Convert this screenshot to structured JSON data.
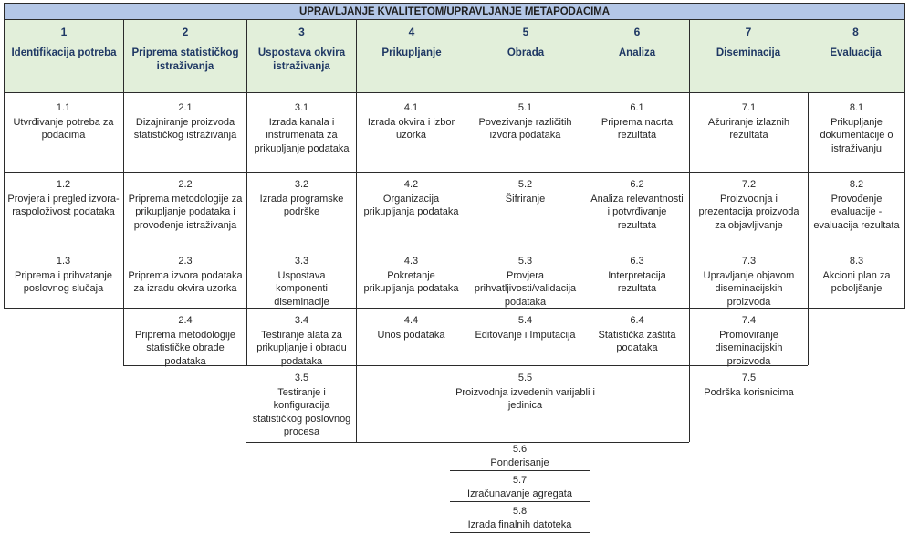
{
  "banner": {
    "title": "UPRAVLJANJE KVALITETOM/UPRAVLJANJE METAPODACIMA"
  },
  "colors": {
    "banner_bg": "#b4c7e7",
    "header_bg": "#e2efda",
    "header_text": "#1f3864",
    "body_text": "#262626",
    "border": "#2b2b2b"
  },
  "columns": [
    {
      "num": "1",
      "label": "Identifikacija potreba"
    },
    {
      "num": "2",
      "label": "Priprema statističkog istraživanja"
    },
    {
      "num": "3",
      "label": "Uspostava okvira istraživanja"
    },
    {
      "num": "4",
      "label": "Prikupljanje"
    },
    {
      "num": "5",
      "label": "Obrada"
    },
    {
      "num": "6",
      "label": "Analiza"
    },
    {
      "num": "7",
      "label": "Diseminacija"
    },
    {
      "num": "8",
      "label": "Evaluacija"
    }
  ],
  "cells": {
    "c1_1": {
      "n": "1.1",
      "t": "Utvrđivanje potreba za podacima"
    },
    "c1_2": {
      "n": "1.2",
      "t": "Provjera i pregled izvora-raspoloživost podataka"
    },
    "c1_3": {
      "n": "1.3",
      "t": "Priprema i prihvatanje poslovnog slučaja"
    },
    "c2_1": {
      "n": "2.1",
      "t": "Dizajniranje proizvoda statističkog istraživanja"
    },
    "c2_2": {
      "n": "2.2",
      "t": "Priprema metodologije za prikupljanje podataka i provođenje istraživanja"
    },
    "c2_3": {
      "n": "2.3",
      "t": "Priprema izvora podataka za izradu okvira uzorka"
    },
    "c2_4": {
      "n": "2.4",
      "t": "Priprema metodologije statističke obrade podataka"
    },
    "c3_1": {
      "n": "3.1",
      "t": "Izrada kanala i instrumenata za prikupljanje podataka"
    },
    "c3_2": {
      "n": "3.2",
      "t": "Izrada programske podrške"
    },
    "c3_3": {
      "n": "3.3",
      "t": "Uspostava komponenti diseminacije"
    },
    "c3_4": {
      "n": "3.4",
      "t": "Testiranje alata za prikupljanje i obradu podataka"
    },
    "c3_5": {
      "n": "3.5",
      "t": "Testiranje i konfiguracija statističkog poslovnog procesa"
    },
    "c4_1": {
      "n": "4.1",
      "t": "Izrada okvira i izbor uzorka"
    },
    "c4_2": {
      "n": "4.2",
      "t": "Organizacija prikupljanja podataka"
    },
    "c4_3": {
      "n": "4.3",
      "t": "Pokretanje prikupljanja podataka"
    },
    "c4_4": {
      "n": "4.4",
      "t": "Unos podataka"
    },
    "c5_1": {
      "n": "5.1",
      "t": "Povezivanje različitih izvora podataka"
    },
    "c5_2": {
      "n": "5.2",
      "t": "Šifriranje"
    },
    "c5_3": {
      "n": "5.3",
      "t": "Provjera prihvatljivosti/validacija podataka"
    },
    "c5_4": {
      "n": "5.4",
      "t": "Editovanje i Imputacija"
    },
    "c5_5": {
      "n": "5.5",
      "t": "Proizvodnja izvedenih varijabli i jedinica"
    },
    "c5_6": {
      "n": "5.6",
      "t": "Ponderisanje"
    },
    "c5_7": {
      "n": "5.7",
      "t": "Izračunavanje agregata"
    },
    "c5_8": {
      "n": "5.8",
      "t": "Izrada finalnih datoteka"
    },
    "c6_1": {
      "n": "6.1",
      "t": "Priprema nacrta rezultata"
    },
    "c6_2": {
      "n": "6.2",
      "t": "Analiza relevantnosti i potvrđivanje rezultata"
    },
    "c6_3": {
      "n": "6.3",
      "t": "Interpretacija rezultata"
    },
    "c6_4": {
      "n": "6.4",
      "t": "Statistička zaštita podataka"
    },
    "c7_1": {
      "n": "7.1",
      "t": "Ažuriranje izlaznih rezultata"
    },
    "c7_2": {
      "n": "7.2",
      "t": "Proizvodnja i prezentacija proizvoda za objavljivanje"
    },
    "c7_3": {
      "n": "7.3",
      "t": "Upravljanje objavom diseminacijskih proizvoda"
    },
    "c7_4": {
      "n": "7.4",
      "t": "Promoviranje diseminacijskih proizvoda"
    },
    "c7_5": {
      "n": "7.5",
      "t": "Podrška korisnicima"
    },
    "c8_1": {
      "n": "8.1",
      "t": "Prikupljanje dokumentacije o istraživanju"
    },
    "c8_2": {
      "n": "8.2",
      "t": "Provođenje evaluacije - evaluacija rezultata"
    },
    "c8_3": {
      "n": "8.3",
      "t": "Akcioni plan za poboljšanje"
    }
  }
}
